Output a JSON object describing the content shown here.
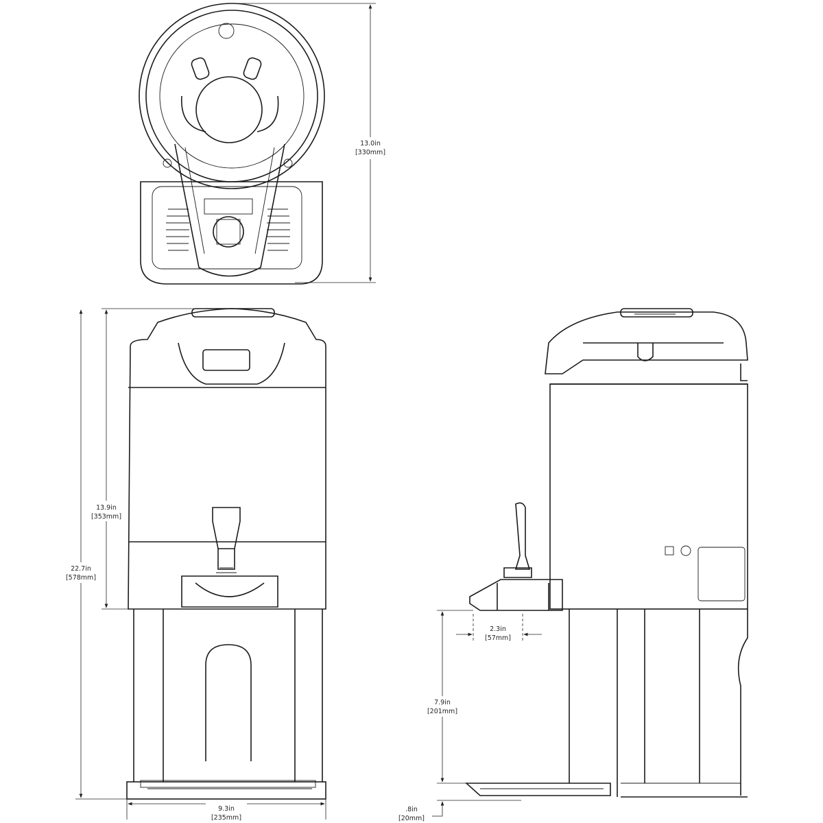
{
  "dimensions": {
    "top_height": {
      "in": "13.0in",
      "mm": "[330mm]"
    },
    "body_height": {
      "in": "13.9in",
      "mm": "[353mm]"
    },
    "overall_height": {
      "in": "22.7in",
      "mm": "[578mm]"
    },
    "width": {
      "in": "9.3in",
      "mm": "[235mm]"
    },
    "tap_offset": {
      "in": "2.3in",
      "mm": "[57mm]"
    },
    "clearance": {
      "in": "7.9in",
      "mm": "[201mm]"
    },
    "base_height": {
      "in": ".8in",
      "mm": "[20mm]"
    }
  }
}
